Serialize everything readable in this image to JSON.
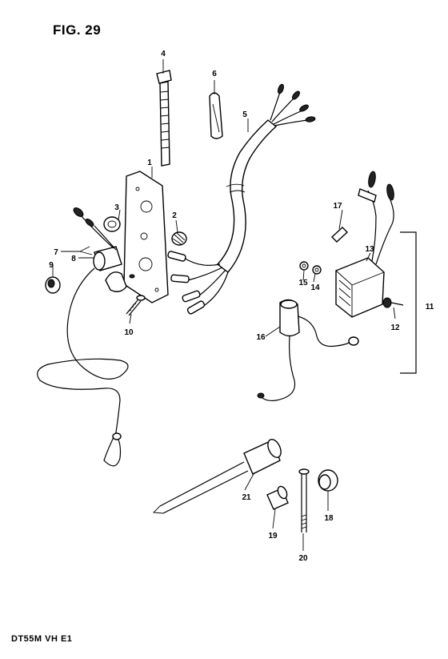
{
  "figure": {
    "title": "FIG. 29"
  },
  "footer": {
    "model_code": "DT55M VH E1"
  },
  "callouts": [
    {
      "id": "1",
      "text": "1"
    },
    {
      "id": "2",
      "text": "2"
    },
    {
      "id": "3",
      "text": "3"
    },
    {
      "id": "4",
      "text": "4"
    },
    {
      "id": "5",
      "text": "5"
    },
    {
      "id": "6",
      "text": "6"
    },
    {
      "id": "7",
      "text": "7"
    },
    {
      "id": "8",
      "text": "8"
    },
    {
      "id": "9",
      "text": "9"
    },
    {
      "id": "10",
      "text": "10"
    },
    {
      "id": "11",
      "text": "11"
    },
    {
      "id": "12",
      "text": "12"
    },
    {
      "id": "13",
      "text": "13"
    },
    {
      "id": "14",
      "text": "14"
    },
    {
      "id": "15",
      "text": "15"
    },
    {
      "id": "16",
      "text": "16"
    },
    {
      "id": "17",
      "text": "17"
    },
    {
      "id": "18",
      "text": "18"
    },
    {
      "id": "19",
      "text": "19"
    },
    {
      "id": "20",
      "text": "20"
    },
    {
      "id": "21",
      "text": "21"
    }
  ]
}
